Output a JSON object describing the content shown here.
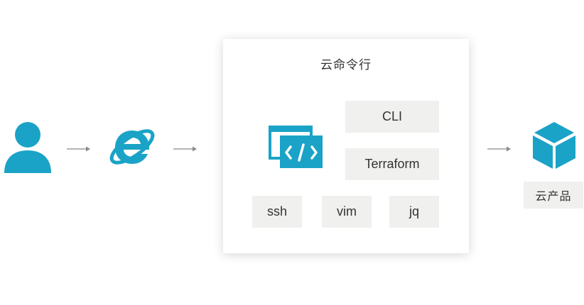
{
  "colors": {
    "icon_blue": "#1aa3c6",
    "icon_blue_dark": "#1389ab",
    "chip_bg": "#f0f0ef",
    "text": "#333333",
    "arrow": "#8a8a8a"
  },
  "icons": {
    "user": "user-icon",
    "browser": "browser-e-icon",
    "terminal": "code-window-icon",
    "product": "cube-icon"
  },
  "cloud_shell": {
    "title": "云命令行",
    "tools": {
      "cli": "CLI",
      "terraform": "Terraform",
      "ssh": "ssh",
      "vim": "vim",
      "jq": "jq"
    }
  },
  "cloud_product": {
    "label": "云产品"
  }
}
